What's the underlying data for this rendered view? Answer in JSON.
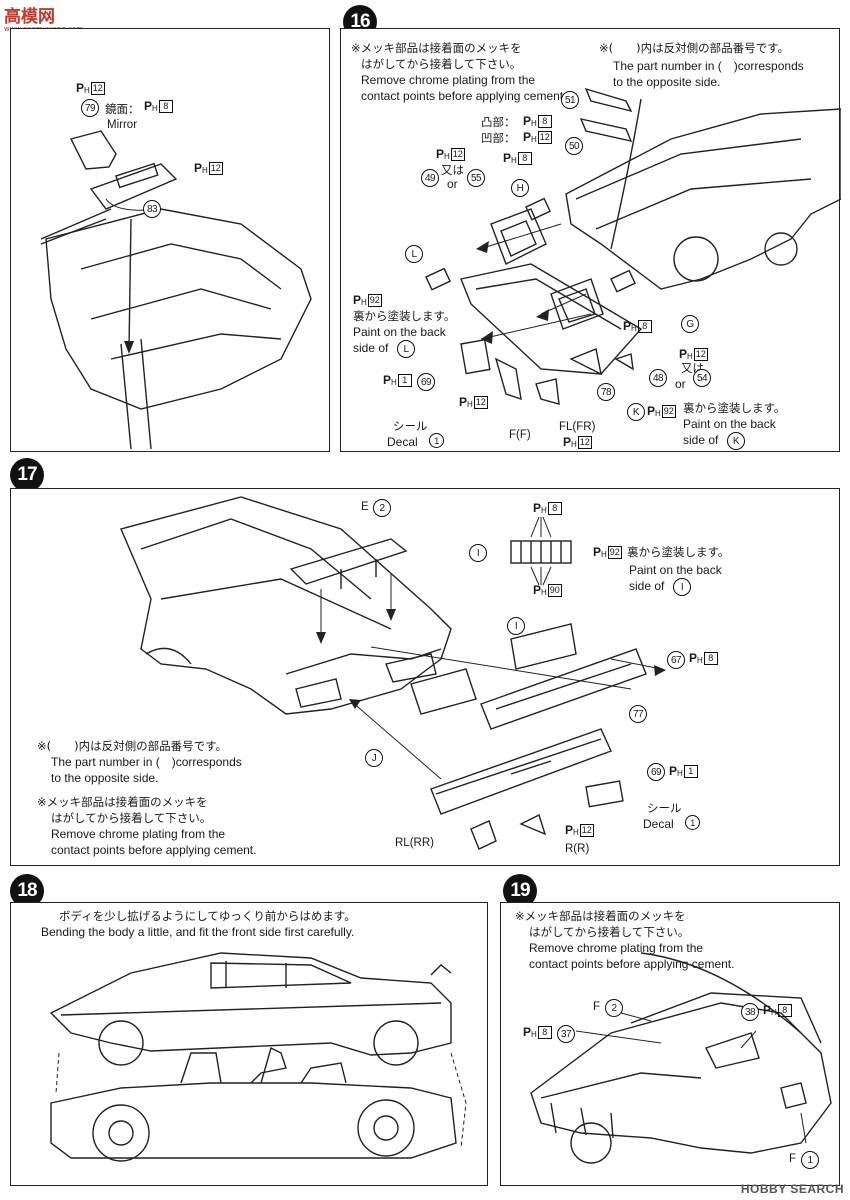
{
  "watermark_top": {
    "brand": "高模网",
    "url": "www.gaomuwang.com"
  },
  "watermark_bottom": "HOBBY SEARCH",
  "paint_prefix": "P",
  "paint_sub": "H",
  "step16": {
    "number": "16",
    "note_chrome_jp_1": "※メッキ部品は接着面のメッキを",
    "note_chrome_jp_2": "はがしてから接着して下さい。",
    "note_chrome_en_1": "Remove chrome plating from the",
    "note_chrome_en_2": "contact points before applying cement.",
    "note_part_jp": "※(　　)内は反対側の部品番号です。",
    "note_part_en_1": "The part number in (　)corresponds",
    "note_part_en_2": "to the opposite side.",
    "convex_label": "凸部：",
    "concave_label": "凹部：",
    "or_jp": "又は",
    "or_en": "or",
    "paint_back_jp": "裏から塗装します。",
    "paint_back_en_1": "Paint on the back",
    "paint_back_en_2": "side of",
    "decal_jp": "シール",
    "decal_en": "Decal",
    "part_f": "F(F)",
    "part_fl": "FL(FR)",
    "parts": [
      "51",
      "50",
      "49",
      "55",
      "48",
      "54",
      "69",
      "78"
    ],
    "letters": [
      "H",
      "L",
      "G",
      "K"
    ],
    "paint_codes": [
      "12",
      "8",
      "12",
      "8",
      "92",
      "8",
      "12",
      "1",
      "12",
      "92",
      "12"
    ]
  },
  "step79": {
    "part_mirror": "79",
    "part_83": "83",
    "mirror_jp": "鏡面：",
    "mirror_en": "Mirror",
    "paint_codes": [
      "12",
      "8",
      "12"
    ]
  },
  "step17": {
    "number": "17",
    "part_e": "E",
    "part_e_no": "2",
    "paint_back_jp": "裏から塗装します。",
    "paint_back_en_1": "Paint on the back",
    "paint_back_en_2": "side of",
    "note_part_jp": "※(　　)内は反対側の部品番号です。",
    "note_part_en_1": "The part number in (　)corresponds",
    "note_part_en_2": "to the opposite side.",
    "note_chrome_jp_1": "※メッキ部品は接着面のメッキを",
    "note_chrome_jp_2": "はがしてから接着して下さい。",
    "note_chrome_en_1": "Remove chrome plating from the",
    "note_chrome_en_2": "contact points before applying cement.",
    "decal_jp": "シール",
    "decal_en": "Decal",
    "part_rl": "RL(RR)",
    "part_r": "R(R)",
    "parts": [
      "67",
      "77",
      "69"
    ],
    "letters": [
      "I",
      "J"
    ],
    "paint_codes": [
      "8",
      "92",
      "90",
      "8",
      "1",
      "12"
    ]
  },
  "step18": {
    "number": "18",
    "note_jp": "ボディを少し拡げるようにしてゆっくり前からはめます。",
    "note_en": "Bending the body a little, and fit the front side first carefully."
  },
  "step19": {
    "number": "19",
    "note_chrome_jp_1": "※メッキ部品は接着面のメッキを",
    "note_chrome_jp_2": "はがしてから接着して下さい。",
    "note_chrome_en_1": "Remove chrome plating from the",
    "note_chrome_en_2": "contact points before applying cement.",
    "part_f2": "F",
    "part_f2_no": "2",
    "part_f1": "F",
    "part_f1_no": "1",
    "parts": [
      "38",
      "37"
    ],
    "paint_codes": [
      "8",
      "8"
    ]
  },
  "decal_no": "1",
  "icons": {
    "arrow": "arrow-icon",
    "circled": "circled-number-icon"
  }
}
